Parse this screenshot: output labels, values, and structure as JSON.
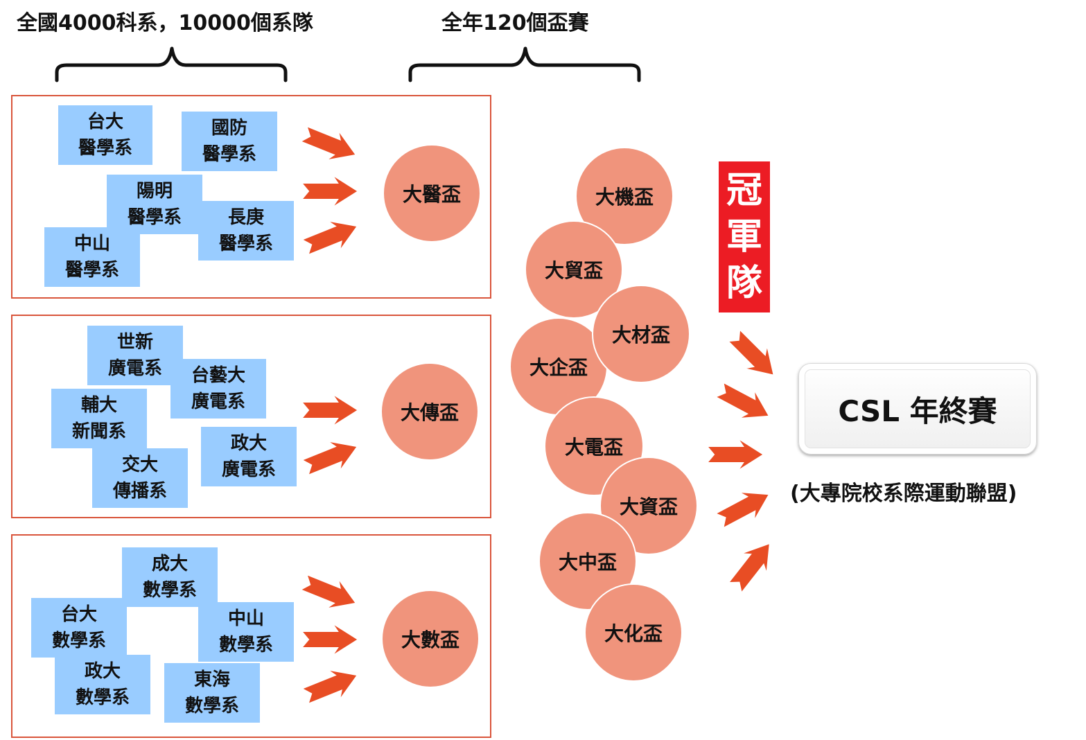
{
  "top_labels": {
    "departments": "全國4000科系，10000個系隊",
    "cups": "全年120個盃賽"
  },
  "groups": [
    {
      "cup": "大醫盃",
      "departments": [
        {
          "line1": "台大",
          "line2": "醫學系"
        },
        {
          "line1": "國防",
          "line2": "醫學系"
        },
        {
          "line1": "陽明",
          "line2": "醫學系"
        },
        {
          "line1": "長庚",
          "line2": "醫學系"
        },
        {
          "line1": "中山",
          "line2": "醫學系"
        }
      ]
    },
    {
      "cup": "大傳盃",
      "departments": [
        {
          "line1": "世新",
          "line2": "廣電系"
        },
        {
          "line1": "台藝大",
          "line2": "廣電系"
        },
        {
          "line1": "輔大",
          "line2": "新聞系"
        },
        {
          "line1": "政大",
          "line2": "廣電系"
        },
        {
          "line1": "交大",
          "line2": "傳播系"
        }
      ]
    },
    {
      "cup": "大數盃",
      "departments": [
        {
          "line1": "成大",
          "line2": "數學系"
        },
        {
          "line1": "台大",
          "line2": "數學系"
        },
        {
          "line1": "中山",
          "line2": "數學系"
        },
        {
          "line1": "政大",
          "line2": "數學系"
        },
        {
          "line1": "東海",
          "line2": "數學系"
        }
      ]
    }
  ],
  "cups_cluster": [
    "大機盃",
    "大貿盃",
    "大材盃",
    "大企盃",
    "大電盃",
    "大資盃",
    "大中盃",
    "大化盃"
  ],
  "champion": [
    "冠",
    "軍",
    "隊"
  ],
  "final": {
    "title": "CSL 年終賽",
    "subtitle": "(大專院校系際運動聯盟)"
  },
  "colors": {
    "box_border": "#d9543a",
    "department_fill": "#99ccff",
    "cup_fill": "#f0947c",
    "arrow_fill": "#e84d24",
    "champion_fill": "#ec1c24"
  }
}
